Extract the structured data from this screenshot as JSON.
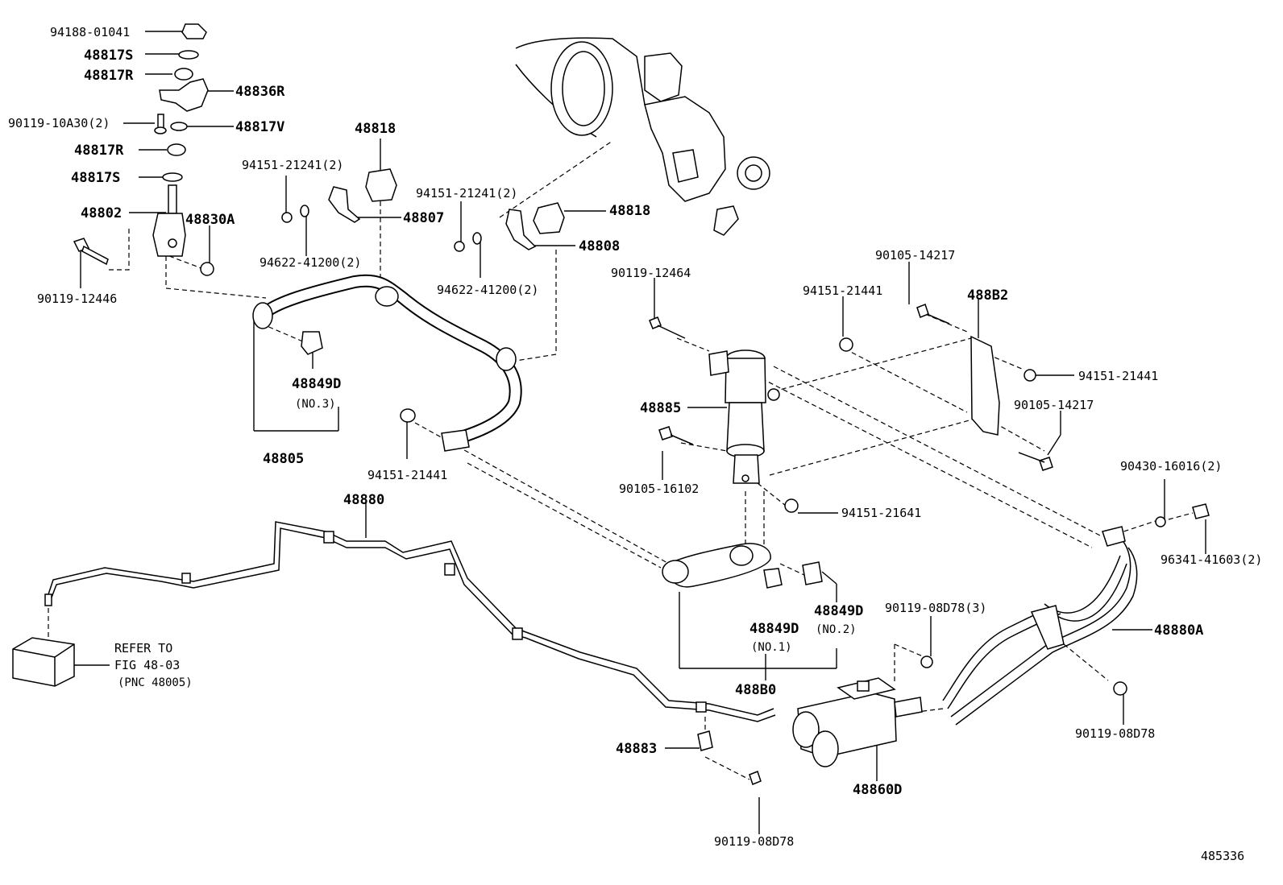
{
  "parts": [
    {
      "id": "p01",
      "text": "94188-01041"
    },
    {
      "id": "p02",
      "text": "48817S"
    },
    {
      "id": "p03",
      "text": "48817R"
    },
    {
      "id": "p04",
      "text": "48836R"
    },
    {
      "id": "p05",
      "text": "90119-10A30(2)"
    },
    {
      "id": "p06",
      "text": "48817V"
    },
    {
      "id": "p07",
      "text": "48817R"
    },
    {
      "id": "p08",
      "text": "48817S"
    },
    {
      "id": "p09",
      "text": "48802"
    },
    {
      "id": "p10",
      "text": "48830A"
    },
    {
      "id": "p11",
      "text": "90119-12446"
    },
    {
      "id": "p12",
      "text": "94151-21241(2)"
    },
    {
      "id": "p13",
      "text": "48818"
    },
    {
      "id": "p14",
      "text": "48807"
    },
    {
      "id": "p15",
      "text": "94622-41200(2)"
    },
    {
      "id": "p16",
      "text": "94151-21241(2)"
    },
    {
      "id": "p17",
      "text": "48818"
    },
    {
      "id": "p18",
      "text": "48808"
    },
    {
      "id": "p19",
      "text": "94622-41200(2)"
    },
    {
      "id": "p20",
      "text": "48849D"
    },
    {
      "id": "p21",
      "text": "(NO.3)"
    },
    {
      "id": "p22",
      "text": "48805"
    },
    {
      "id": "p23",
      "text": "94151-21441"
    },
    {
      "id": "p24",
      "text": "48880"
    },
    {
      "id": "p25",
      "text": "90119-12464"
    },
    {
      "id": "p26",
      "text": "94151-21441"
    },
    {
      "id": "p27",
      "text": "90105-14217"
    },
    {
      "id": "p28",
      "text": "488B2"
    },
    {
      "id": "p29",
      "text": "94151-21441"
    },
    {
      "id": "p30",
      "text": "48885"
    },
    {
      "id": "p31",
      "text": "90105-14217"
    },
    {
      "id": "p32",
      "text": "90105-16102"
    },
    {
      "id": "p33",
      "text": "94151-21641"
    },
    {
      "id": "p34",
      "text": "90430-16016(2)"
    },
    {
      "id": "p35",
      "text": "96341-41603(2)"
    },
    {
      "id": "p36",
      "text": "48849D"
    },
    {
      "id": "p37",
      "text": "(NO.2)"
    },
    {
      "id": "p38",
      "text": "48849D"
    },
    {
      "id": "p39",
      "text": "(NO.1)"
    },
    {
      "id": "p40",
      "text": "488B0"
    },
    {
      "id": "p41",
      "text": "90119-08D78(3)"
    },
    {
      "id": "p42",
      "text": "48880A"
    },
    {
      "id": "p43",
      "text": "90119-08D78"
    },
    {
      "id": "p44",
      "text": "48883"
    },
    {
      "id": "p45",
      "text": "48860D"
    },
    {
      "id": "p46",
      "text": "90119-08D78"
    },
    {
      "id": "p47",
      "text": "485336"
    }
  ],
  "refer": {
    "line1": "REFER TO",
    "line2": "FIG 48-03",
    "line3": "(PNC 48005)"
  }
}
